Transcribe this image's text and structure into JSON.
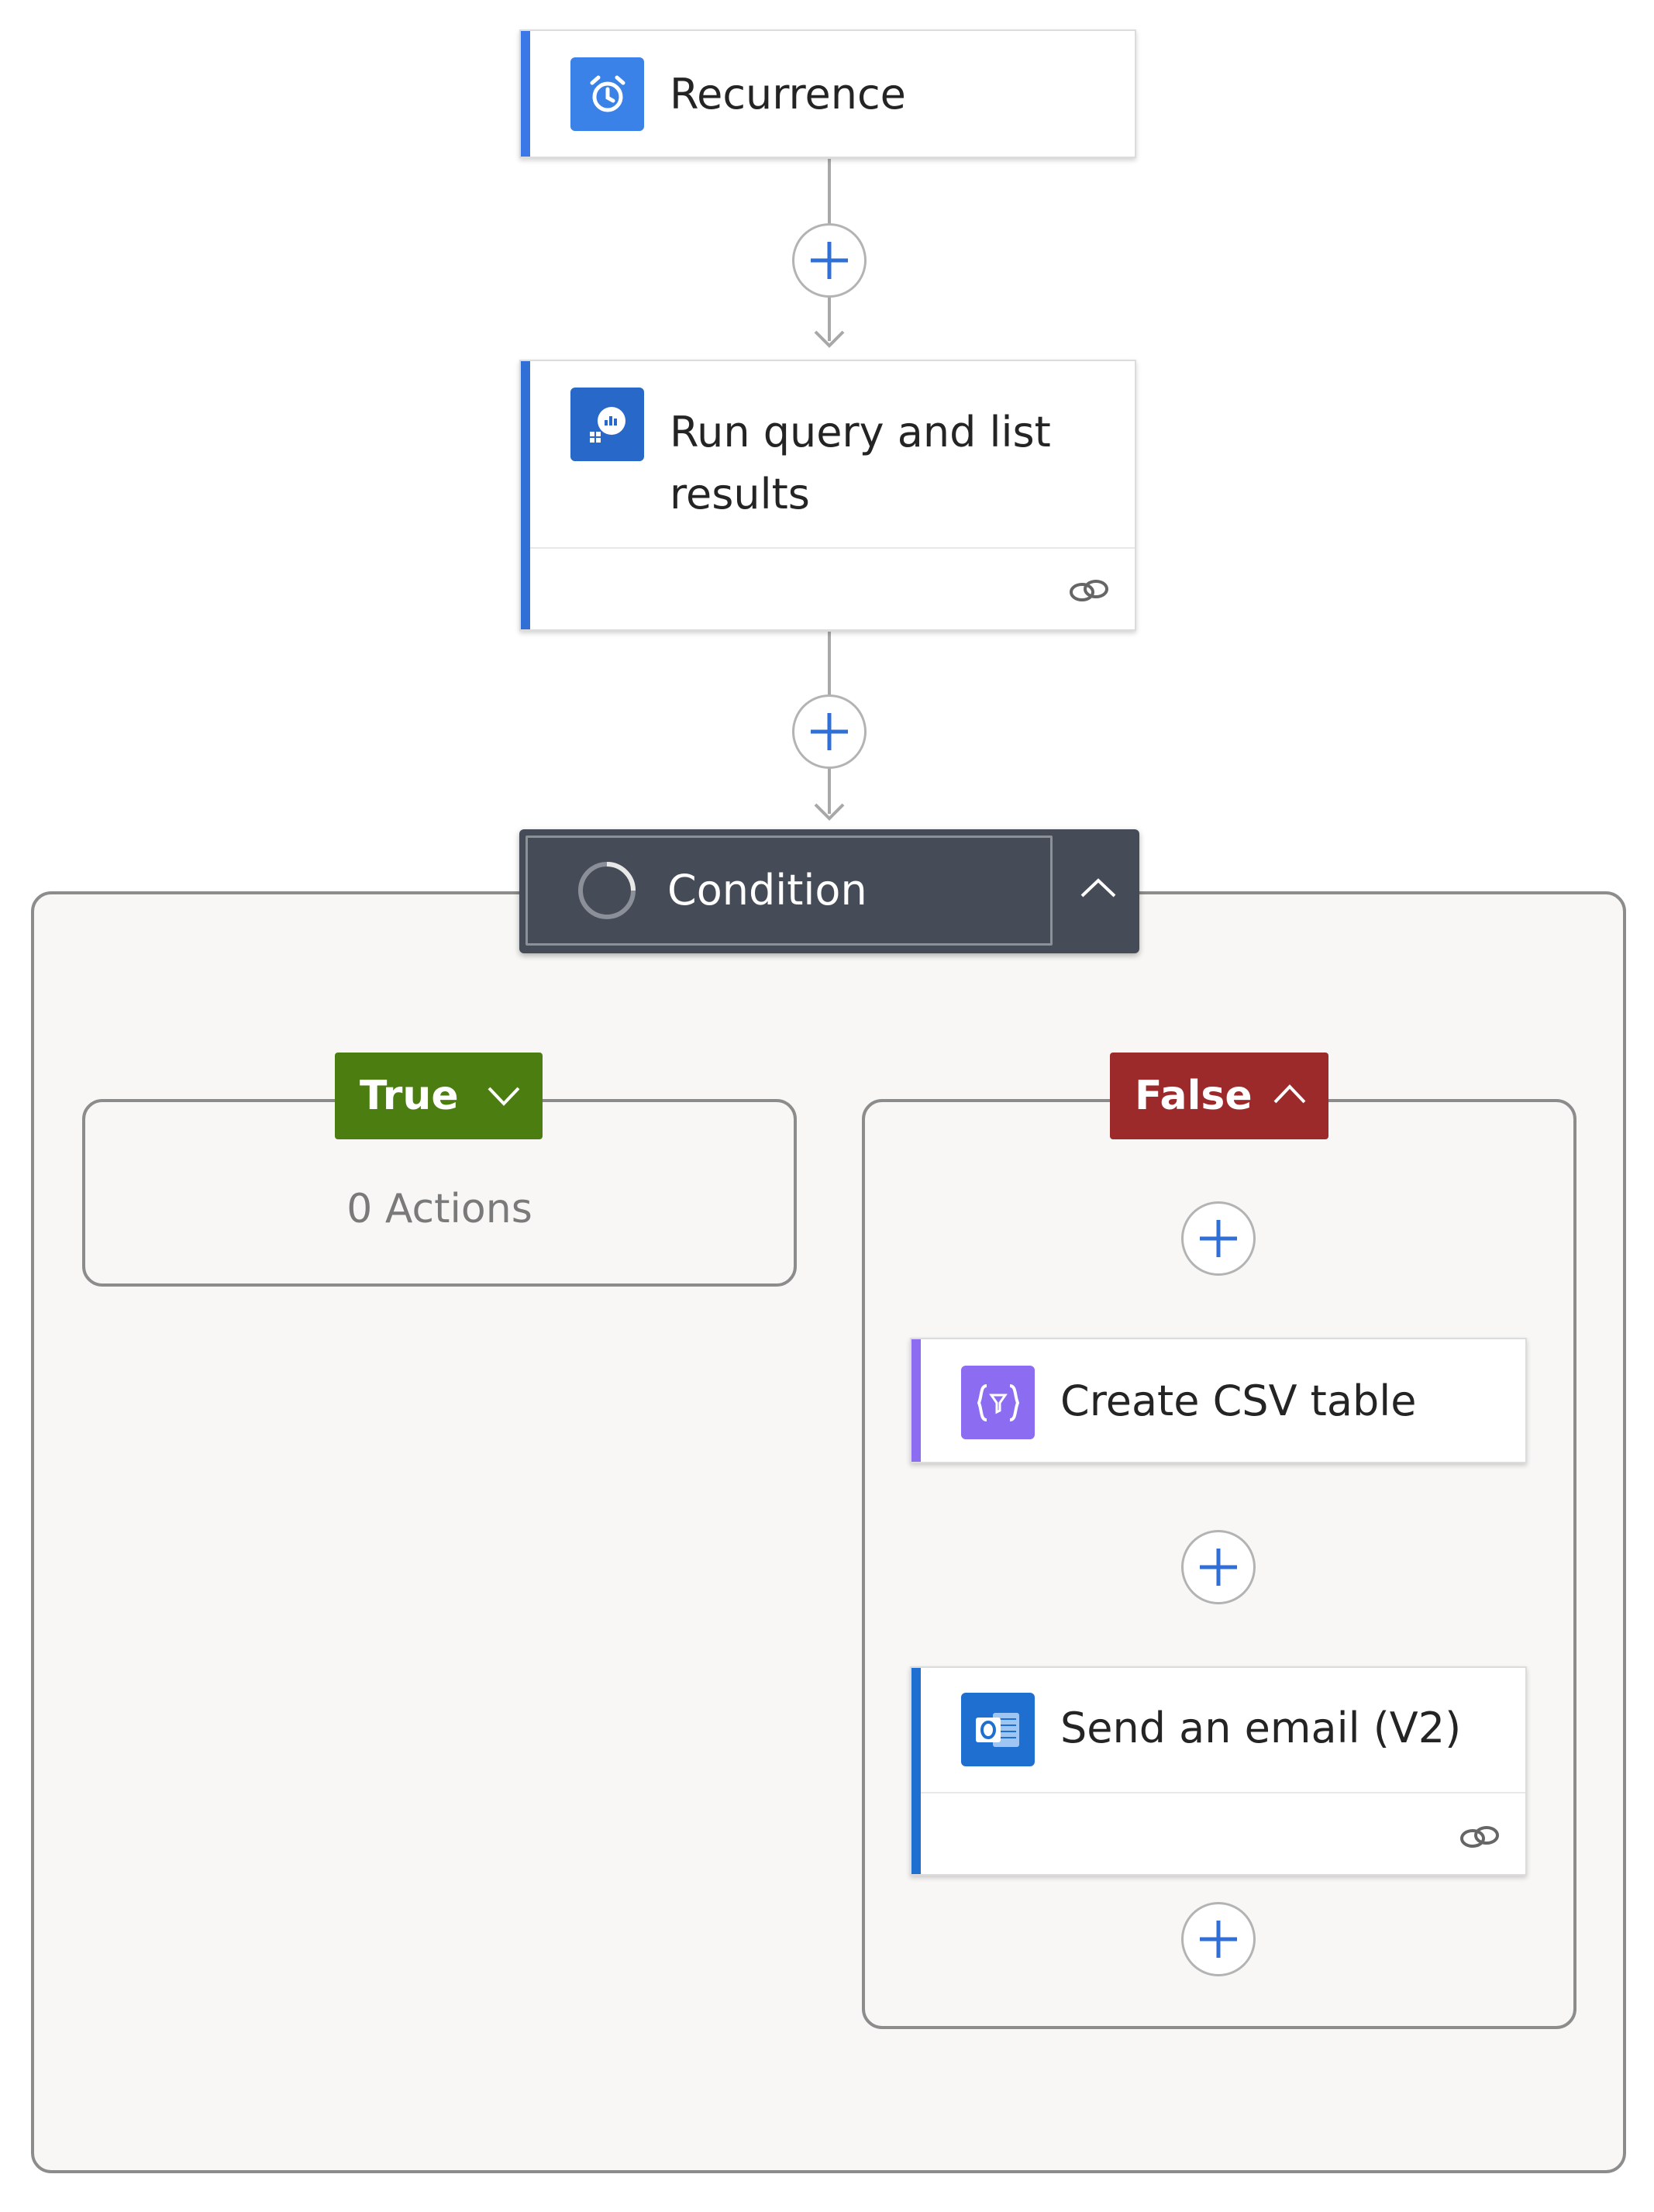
{
  "nodes": {
    "recurrence": {
      "title": "Recurrence",
      "icon": "alarm-clock-icon",
      "accent": "#3b78e7"
    },
    "run_query": {
      "title_line1": "Run query and list",
      "title_line2": "results",
      "icon": "azure-monitor-logs-icon",
      "accent": "#2f6fd6"
    },
    "condition": {
      "title": "Condition",
      "icon": "condition-spinner-icon"
    },
    "create_csv": {
      "title": "Create CSV table",
      "icon": "data-operation-icon",
      "accent": "#8c6cf0"
    },
    "send_email": {
      "title": "Send an email (V2)",
      "icon": "outlook-icon",
      "accent": "#1f6fd0"
    }
  },
  "branches": {
    "true": {
      "label": "True",
      "color": "#4b7d10",
      "empty_text": "0 Actions"
    },
    "false": {
      "label": "False",
      "color": "#9c2a2a"
    }
  }
}
